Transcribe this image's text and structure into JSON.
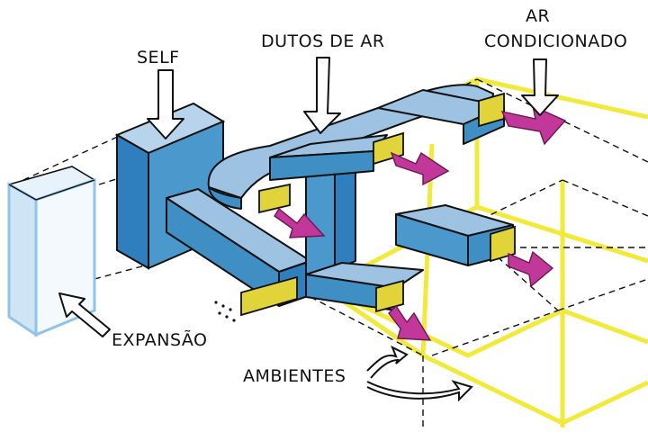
{
  "labels": {
    "self": "SELF",
    "dutos": "DUTOS DE AR",
    "ar_line1": "AR",
    "ar_line2": "CONDICIONADO",
    "expansao": "EXPANSÃO",
    "ambientes": "AMBIENTES"
  },
  "colors": {
    "duct": "#9ec3e2",
    "duct_dark": "#3f8fc4",
    "duct_side": "#2f7fbf",
    "ambient": "#f2ea3a",
    "airflow": "#c2379a",
    "grille": "#e0d43a",
    "expansion_fill": "#dcebf7",
    "expansion_edge": "#8fc3ea",
    "outline": "#111111"
  }
}
